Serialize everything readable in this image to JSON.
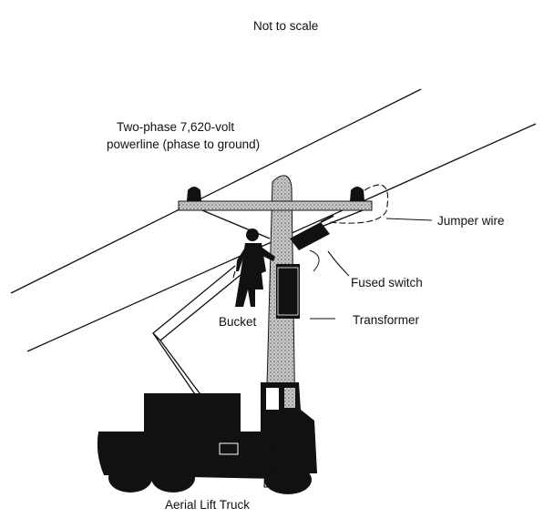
{
  "diagram": {
    "note": "Not to scale",
    "powerline_label": {
      "line1": "Two-phase 7,620-volt",
      "line2": "powerline (phase to ground)"
    },
    "labels": {
      "jumper_wire": "Jumper wire",
      "fused_switch": "Fused switch",
      "transformer": "Transformer",
      "bucket": "Bucket",
      "truck": "Aerial Lift Truck"
    }
  }
}
